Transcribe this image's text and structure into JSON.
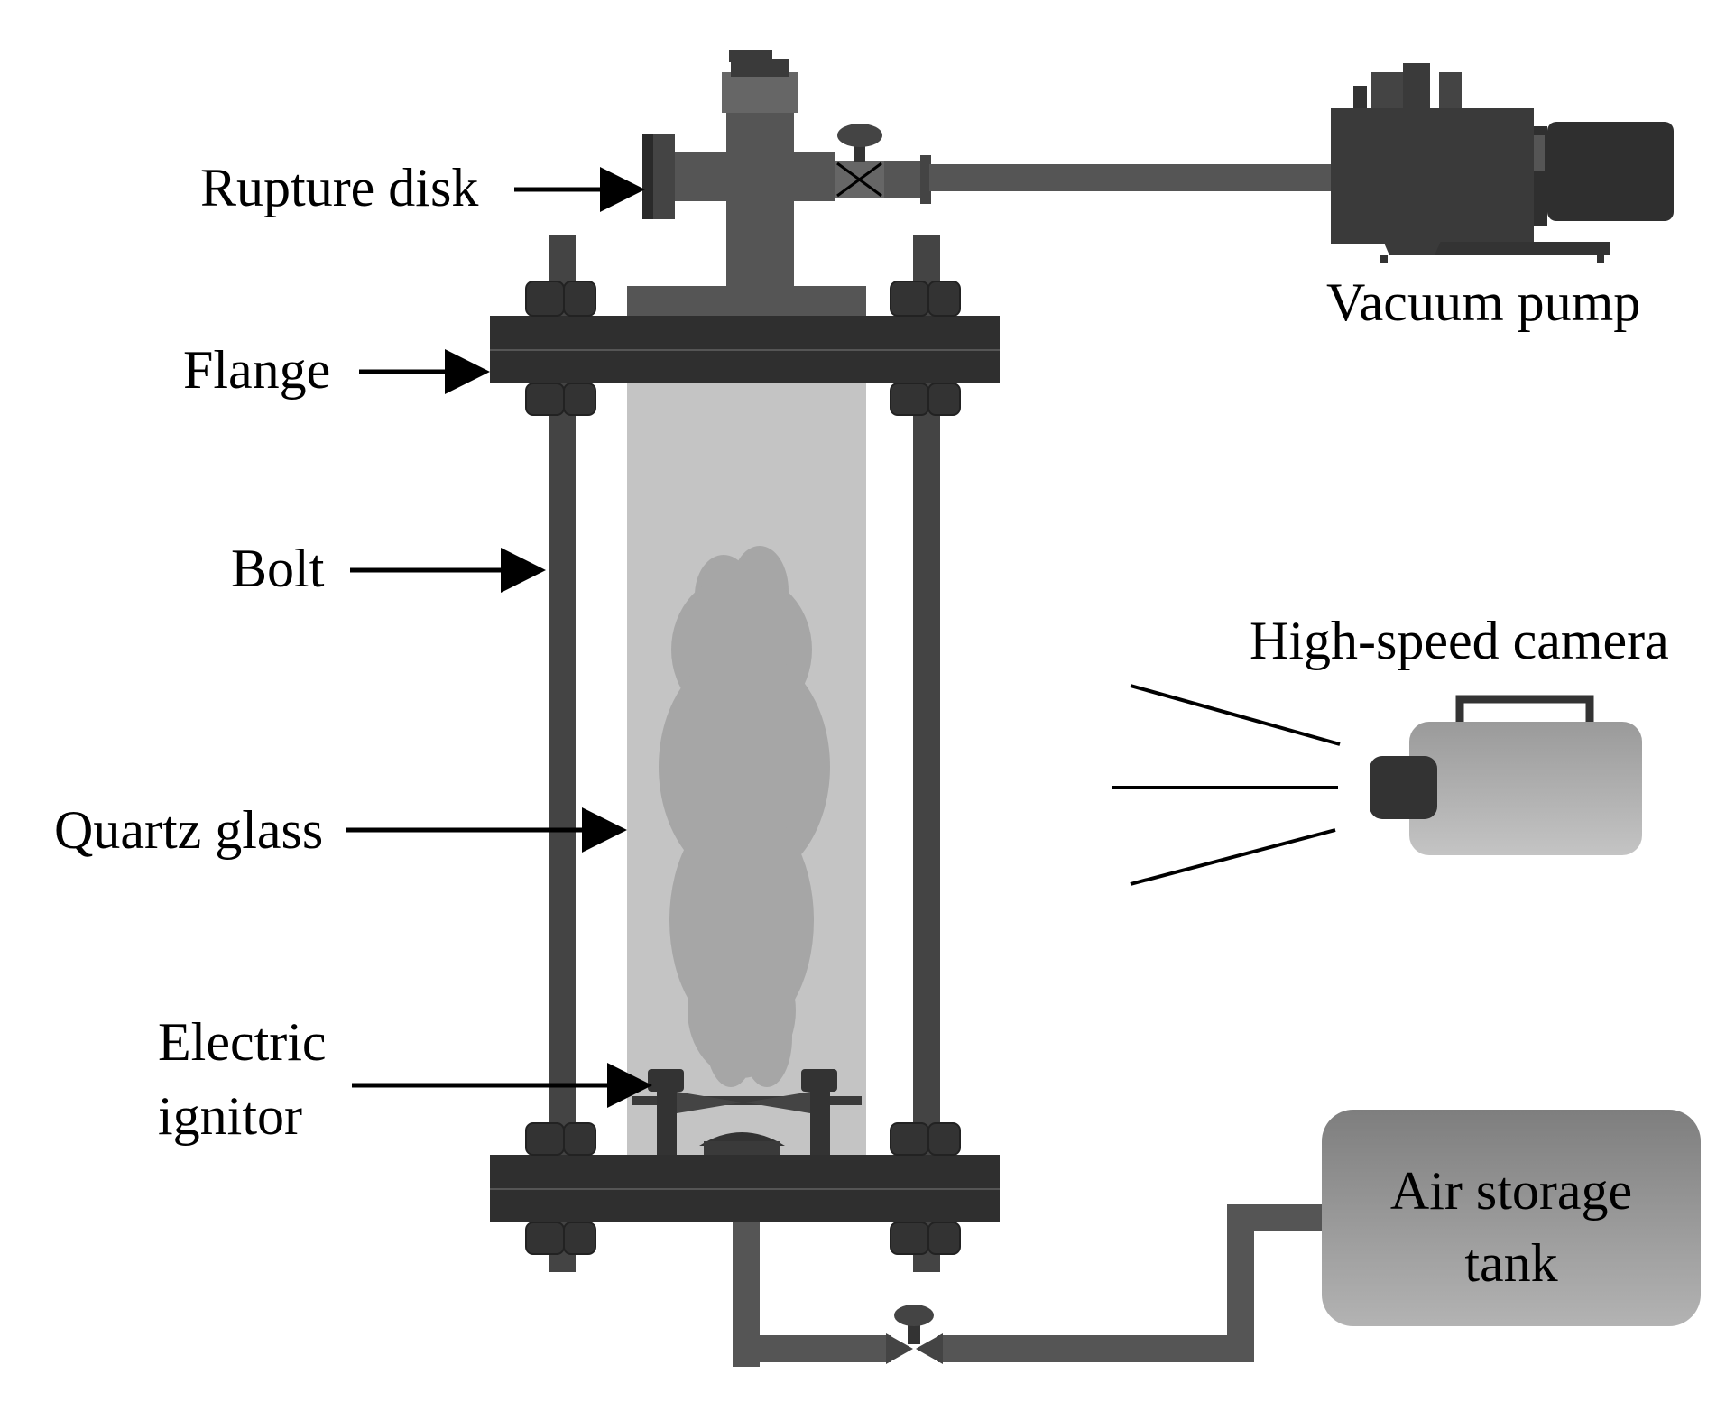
{
  "labels": {
    "rupture_disk": "Rupture disk",
    "flange": "Flange",
    "bolt": "Bolt",
    "quartz_glass": "Quartz glass",
    "electric_ignitor_line1": "Electric",
    "electric_ignitor_line2": "ignitor",
    "vacuum_pump": "Vacuum pump",
    "high_speed_camera": "High-speed camera",
    "air_storage_tank_line1": "Air storage",
    "air_storage_tank_line2": "tank"
  },
  "colors": {
    "dark_metal": "#2f2f2f",
    "pipe": "#555555",
    "quartz_glass": "#c4c4c4",
    "flame": "#a6a6a6",
    "camera_body": "#a9a9a9",
    "tank_body": "#9e9e9e",
    "arrow": "#000000"
  }
}
